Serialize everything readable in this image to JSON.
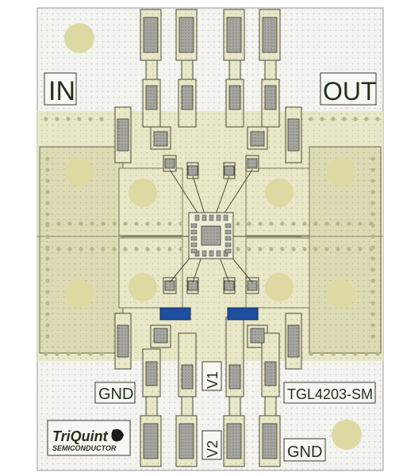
{
  "board": {
    "labels": {
      "in": "IN",
      "out": "OUT",
      "gnd_top": "GND",
      "gnd_bottom": "GND",
      "v1": "V1",
      "v2": "V2",
      "part_number": "TGL4203-SM"
    },
    "logo": {
      "line1": "TriQuint",
      "line2": "SEMICONDUCTOR"
    },
    "colors": {
      "substrate": "#ffffff",
      "board_bg": "#f2f2ee",
      "copper": "#e6e6c4",
      "copper_dark": "#d8d8a8",
      "trace_outline": "#4a4a38",
      "pad_fill": "#9a9a9a",
      "capacitor": "#1e4f9e",
      "hole": "#ddd9a2"
    }
  }
}
